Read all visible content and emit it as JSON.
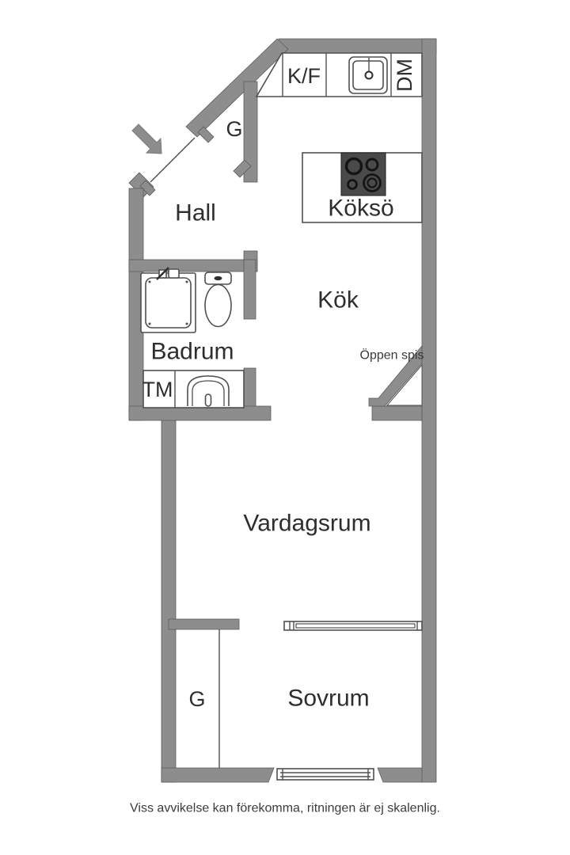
{
  "plan": {
    "title_hint": "apartment-floor-plan",
    "rooms": {
      "hall": "Hall",
      "kok": "Kök",
      "koksoe": "Köksö",
      "badrum": "Badrum",
      "vardagsrum": "Vardagsrum",
      "sovrum": "Sovrum"
    },
    "fixtures": {
      "kf": "K/F",
      "dm": "DM",
      "tm": "TM",
      "g_hall": "G",
      "g_sovrum": "G",
      "oppen_spis": "Öppen spis"
    },
    "footer": "Viss avvikelse kan förekomma, ritningen är ej skalenlig.",
    "colors": {
      "wall_gray": "#8d8d8d",
      "outline_dark": "#4f4f4f",
      "text_dark": "#2e2e2e",
      "stove_dark": "#4a4a4a",
      "background": "#ffffff"
    }
  }
}
